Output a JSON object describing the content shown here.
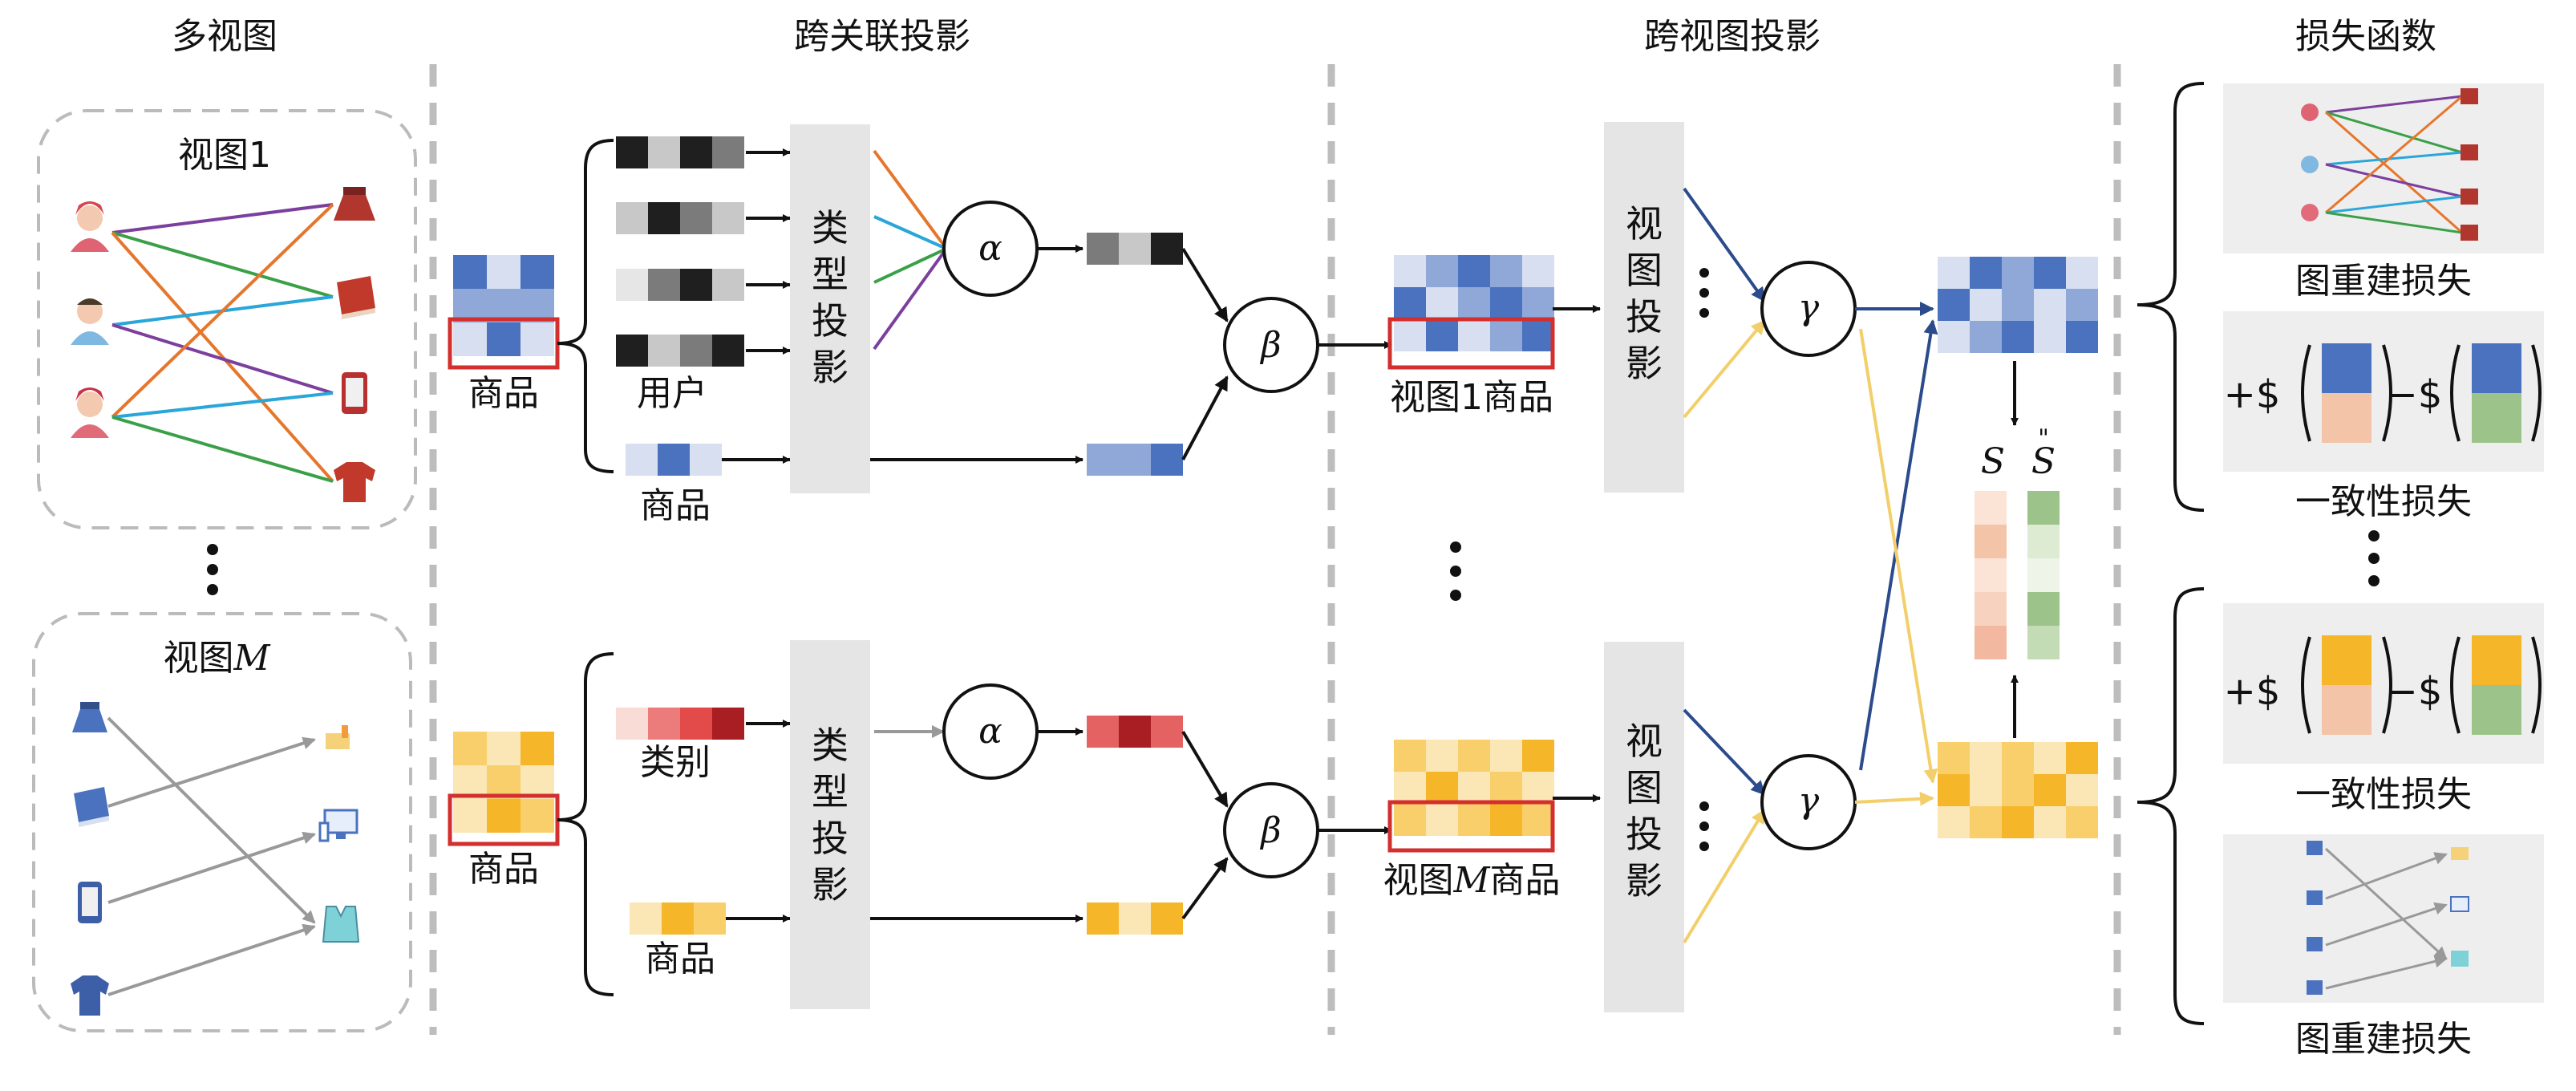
{
  "headers": {
    "multiview": "多视图",
    "cross_relation": "跨关联投影",
    "cross_view": "跨视图投影",
    "loss": "损失函数"
  },
  "multiview": {
    "view1_label": "视图1",
    "viewM_prefix": "视图",
    "viewM_var": "M"
  },
  "cross_relation": {
    "item_top": "商品",
    "user": "用户",
    "item_top_branch": "商品",
    "type_proj_chars": [
      "类",
      "型",
      "投",
      "影"
    ],
    "alpha": "α",
    "beta": "β",
    "item_bottom": "商品",
    "category": "类别",
    "item_bottom_branch": "商品"
  },
  "cross_view": {
    "view1_items": "视图1商品",
    "viewM_prefix": "视图",
    "viewM_var": "M",
    "viewM_suffix": "商品",
    "view_proj_chars": [
      "视",
      "图",
      "投",
      "影"
    ],
    "gamma": "γ",
    "s_label": "S",
    "s_hat_label": "S"
  },
  "loss": {
    "graph_recon_top": "图重建损失",
    "consistency_top": "一致性损失",
    "consistency_bottom": "一致性损失",
    "graph_recon_bottom": "图重建损失",
    "plus_s": "+$",
    "minus_s": "−$"
  },
  "colors": {
    "blue": "#4a72be",
    "blue_mid": "#8fa8d8",
    "blue_light": "#d7dff0",
    "yellow": "#f5b62a",
    "yellow_mid": "#f8cf6a",
    "yellow_light": "#fbe7b5",
    "red": "#d73a3a",
    "red_dark": "#a91e22",
    "red_light": "#f5c6c6",
    "peach": "#f3c4a8",
    "green": "#9cc48a",
    "purple": "#7b3f9e",
    "orange": "#e5762c",
    "cyan": "#2aa6d8",
    "emerald": "#3aa048",
    "arrow_blue": "#2b4b8c",
    "arrow_yellow": "#f2cf6a",
    "panel_gray": "#e5e5e5"
  }
}
